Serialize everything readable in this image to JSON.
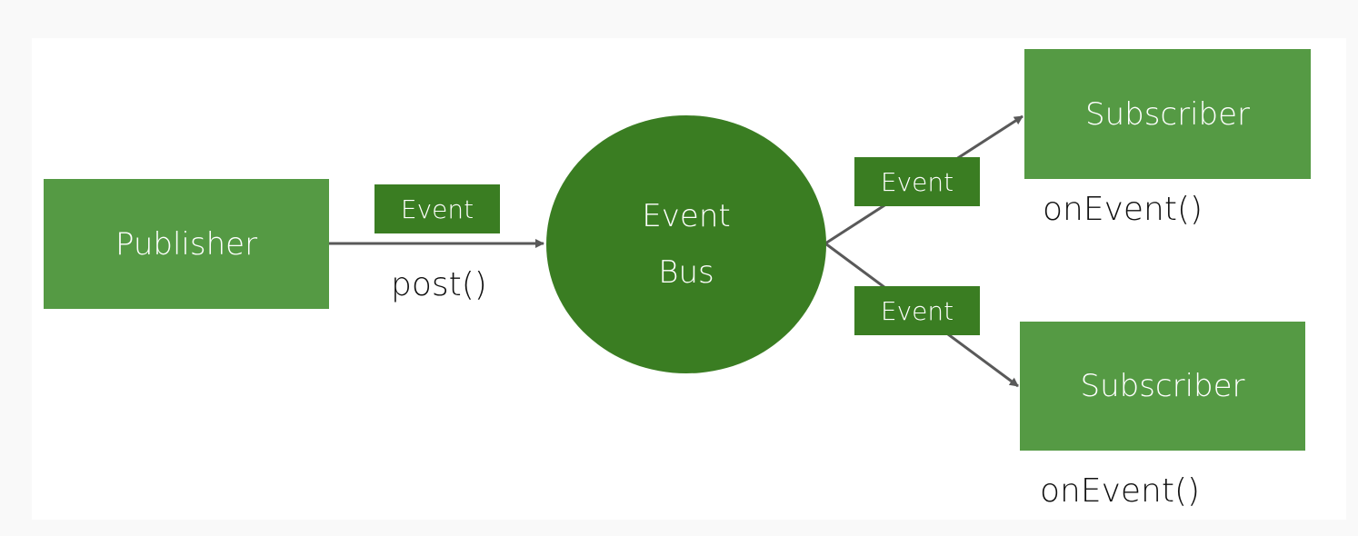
{
  "colors": {
    "box_fill": "#559a44",
    "bus_fill": "#3a7d22",
    "event_fill": "#3a7d22",
    "arrow": "#595959",
    "text_on_green": "#ffffff",
    "label_text": "#111111"
  },
  "publisher": {
    "label": "Publisher"
  },
  "event_bus": {
    "line1": "Event",
    "line2": "Bus"
  },
  "events": [
    {
      "label": "Event"
    },
    {
      "label": "Event"
    },
    {
      "label": "Event"
    }
  ],
  "calls": {
    "post": "post()"
  },
  "subscribers": [
    {
      "label": "Subscriber",
      "callback": "onEvent()"
    },
    {
      "label": "Subscriber",
      "callback": "onEvent()"
    }
  ]
}
